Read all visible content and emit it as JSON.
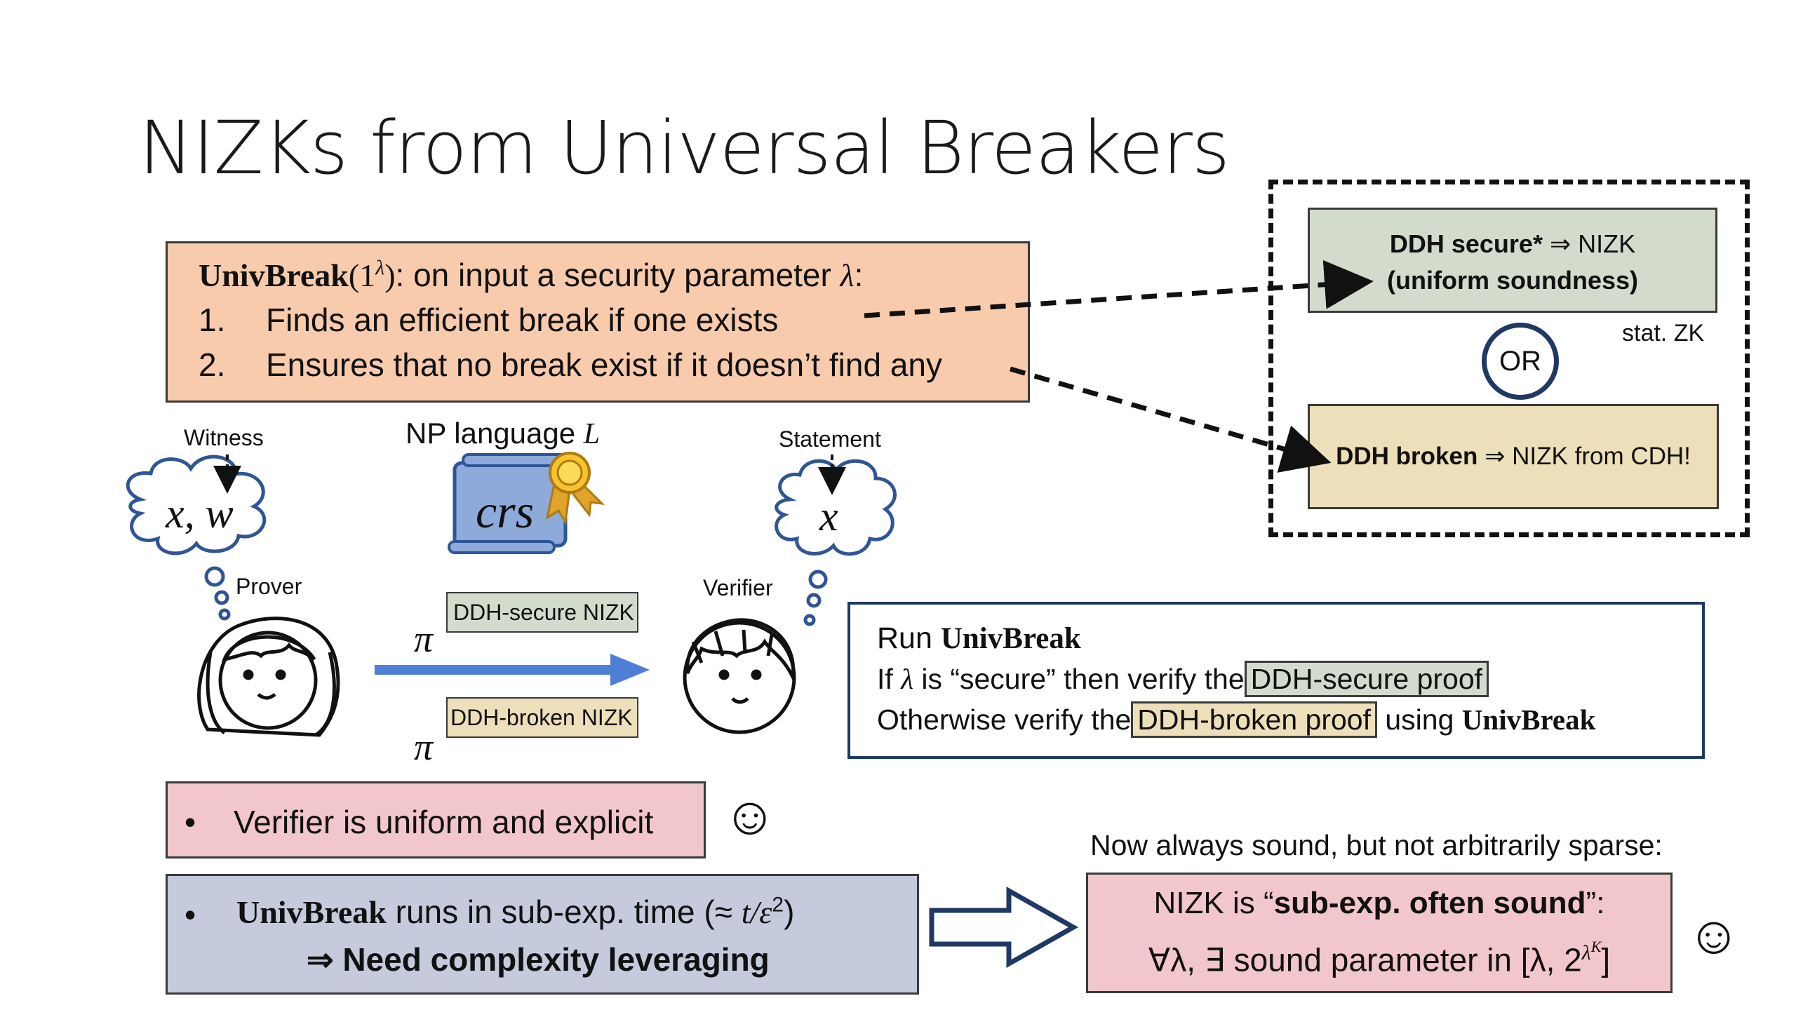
{
  "title": "NIZKs from Universal Breakers",
  "univbreak_box": {
    "head_bold": "UnivBreak",
    "head_arg": "(1",
    "head_sup": "λ",
    "head_close": ")",
    "head_rest": ": on input a security parameter ",
    "head_lambda": "λ",
    "head_colon": ":",
    "item1_num": "1.",
    "item1": "Finds an efficient break if one exists",
    "item2_num": "2.",
    "item2": "Ensures that no break exist if it doesn’t find any"
  },
  "right_panel": {
    "green_line1_bold": "DDH secure*",
    "green_line1_rest": " ⇒ NIZK",
    "green_line2": "(uniform soundness)",
    "stat_zk": "stat. ZK",
    "or_label": "OR",
    "yellow_bold": "DDH broken",
    "yellow_rest": " ⇒ NIZK from CDH!"
  },
  "scene": {
    "witness_label": "Witness",
    "witness_thought": "x, w",
    "np_language": "NP language ",
    "np_L": "L",
    "crs": "crs",
    "statement_label": "Statement",
    "statement_thought": "x",
    "prover_label": "Prover",
    "verifier_label": "Verifier",
    "pi_top": "π",
    "pi_bottom": "π",
    "tag_green": "DDH-secure NIZK",
    "tag_yellow": "DDH-broken NIZK"
  },
  "run_box": {
    "line1_a": "Run ",
    "line1_b": "UnivBreak",
    "line2_a": "If ",
    "line2_lambda": "λ",
    "line2_b": " is “secure” then verify the",
    "line2_hl": "DDH-secure proof",
    "line3_a": "Otherwise verify the",
    "line3_hl": "DDH-broken proof",
    "line3_b": " using ",
    "line3_c": "UnivBreak"
  },
  "pink_box": {
    "bullet": "•",
    "text": "Verifier is uniform and explicit"
  },
  "blue_box": {
    "bullet": "•",
    "bold": "UnivBreak",
    "rest": " runs in sub-exp. time (≈ ",
    "math": "t/ε",
    "sup": "2",
    "close": ")",
    "line2": "⇒ Need complexity leveraging"
  },
  "note": "Now always sound, but not arbitrarily sparse:",
  "result_box": {
    "line1_a": "NIZK is “",
    "line1_b": "sub-exp. often sound",
    "line1_c": "”:",
    "line2_a": "∀λ, ∃ sound parameter in [λ, 2",
    "line2_sup": "λ",
    "line2_supsup": "K",
    "line2_c": "]"
  },
  "smiley": "☺",
  "colors": {
    "orange": "#f8cbad",
    "green": "#d3dbcd",
    "yellow": "#ecdfb9",
    "pink": "#f2c7cb",
    "blue": "#c5cbdc",
    "navy": "#1f3864",
    "arrow_blue": "#4f7fd4"
  }
}
